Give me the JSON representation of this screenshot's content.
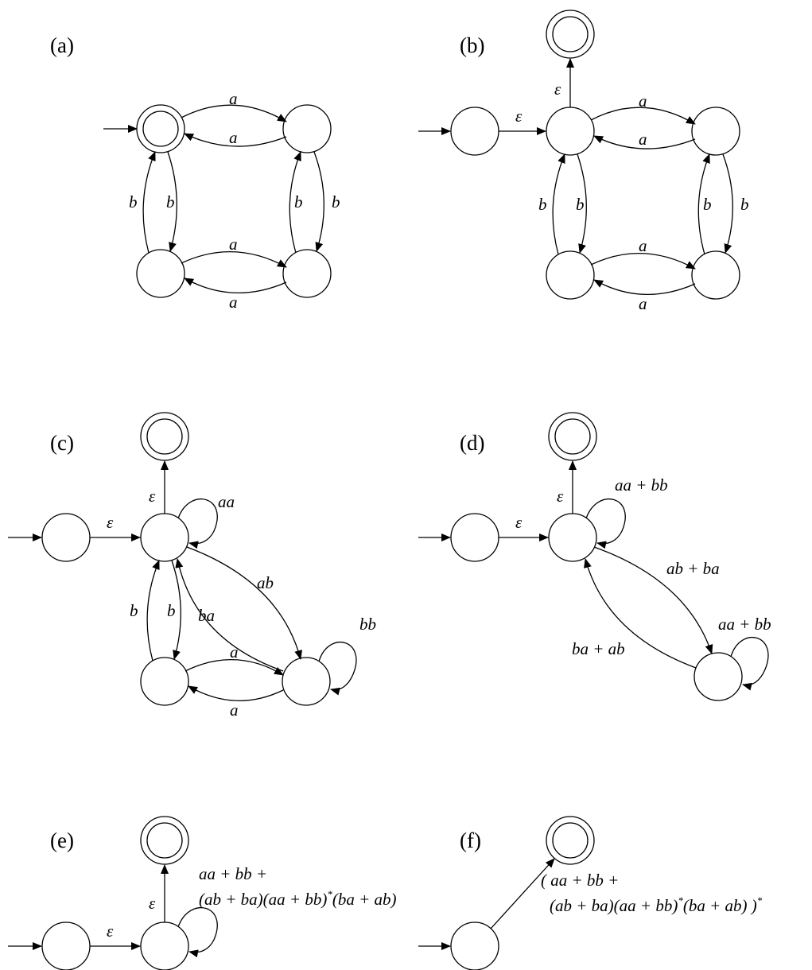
{
  "panels": {
    "a": {
      "tag": "(a)",
      "edges": {
        "top_right": "a",
        "top_left": "a",
        "left_up": "b",
        "left_down": "b",
        "right_up": "b",
        "right_down": "b",
        "bottom_right": "a",
        "bottom_left": "a"
      }
    },
    "b": {
      "tag": "(b)",
      "edges": {
        "start_eps": "ε",
        "final_eps": "ε",
        "top_right": "a",
        "top_left": "a",
        "left_up": "b",
        "left_down": "b",
        "right_up": "b",
        "right_down": "b",
        "bottom_right": "a",
        "bottom_left": "a"
      }
    },
    "c": {
      "tag": "(c)",
      "edges": {
        "start_eps": "ε",
        "final_eps": "ε",
        "loop_center": "aa",
        "diag_out": "ab",
        "diag_in": "ba",
        "loop_br": "bb",
        "left_up": "b",
        "left_down": "b",
        "bottom_right": "a",
        "bottom_left": "a"
      }
    },
    "d": {
      "tag": "(d)",
      "edges": {
        "start_eps": "ε",
        "final_eps": "ε",
        "loop_center": "aa + bb",
        "diag_out": "ab + ba",
        "diag_in": "ba + ab",
        "loop_br": "aa + bb"
      }
    },
    "e": {
      "tag": "(e)",
      "edges": {
        "start_eps": "ε",
        "final_eps": "ε",
        "loop_line1": "aa + bb  +",
        "loop_line2_a": "(ab + ba)(aa + bb)",
        "loop_line2_star": "*",
        "loop_line2_b": "(ba + ab)"
      }
    },
    "f": {
      "tag": "(f)",
      "edges": {
        "line1": "( aa + bb  +",
        "line2_a": "(ab + ba)(aa + bb)",
        "line2_star": "*",
        "line2_b": "(ba + ab) )",
        "line2_star2": "*"
      }
    }
  }
}
